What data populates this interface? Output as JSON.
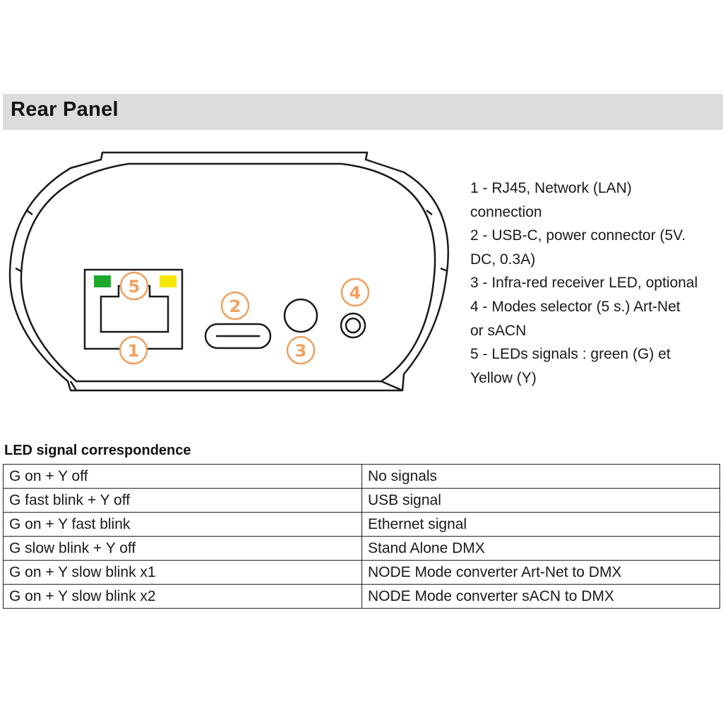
{
  "header": {
    "title": "Rear Panel"
  },
  "diagram": {
    "callouts": [
      "1",
      "2",
      "3",
      "4",
      "5"
    ],
    "colors": {
      "outline": "#1a1a1a",
      "callout": "#f0a060",
      "led_green": "#1faa2c",
      "led_yellow": "#f5e800"
    }
  },
  "legend": {
    "lines": [
      "1 - RJ45, Network (LAN)",
      "connection",
      "2 - USB-C, power connector (5V.",
      "DC, 0.3A)",
      "3 - Infra-red receiver LED, optional",
      "4 - Modes selector (5 s.) Art-Net",
      "or sACN",
      "5 - LEDs signals : green (G) et",
      "Yellow (Y)"
    ]
  },
  "led_table": {
    "title": "LED signal correspondence",
    "rows": [
      [
        "G on + Y off",
        "No signals"
      ],
      [
        "G fast blink + Y off",
        "USB signal"
      ],
      [
        "G on + Y fast blink",
        "Ethernet signal"
      ],
      [
        "G slow blink + Y off",
        "Stand Alone DMX"
      ],
      [
        "G on + Y slow blink x1",
        "NODE Mode converter Art-Net to DMX"
      ],
      [
        "G on + Y slow blink x2",
        "NODE Mode converter sACN to DMX"
      ]
    ]
  }
}
